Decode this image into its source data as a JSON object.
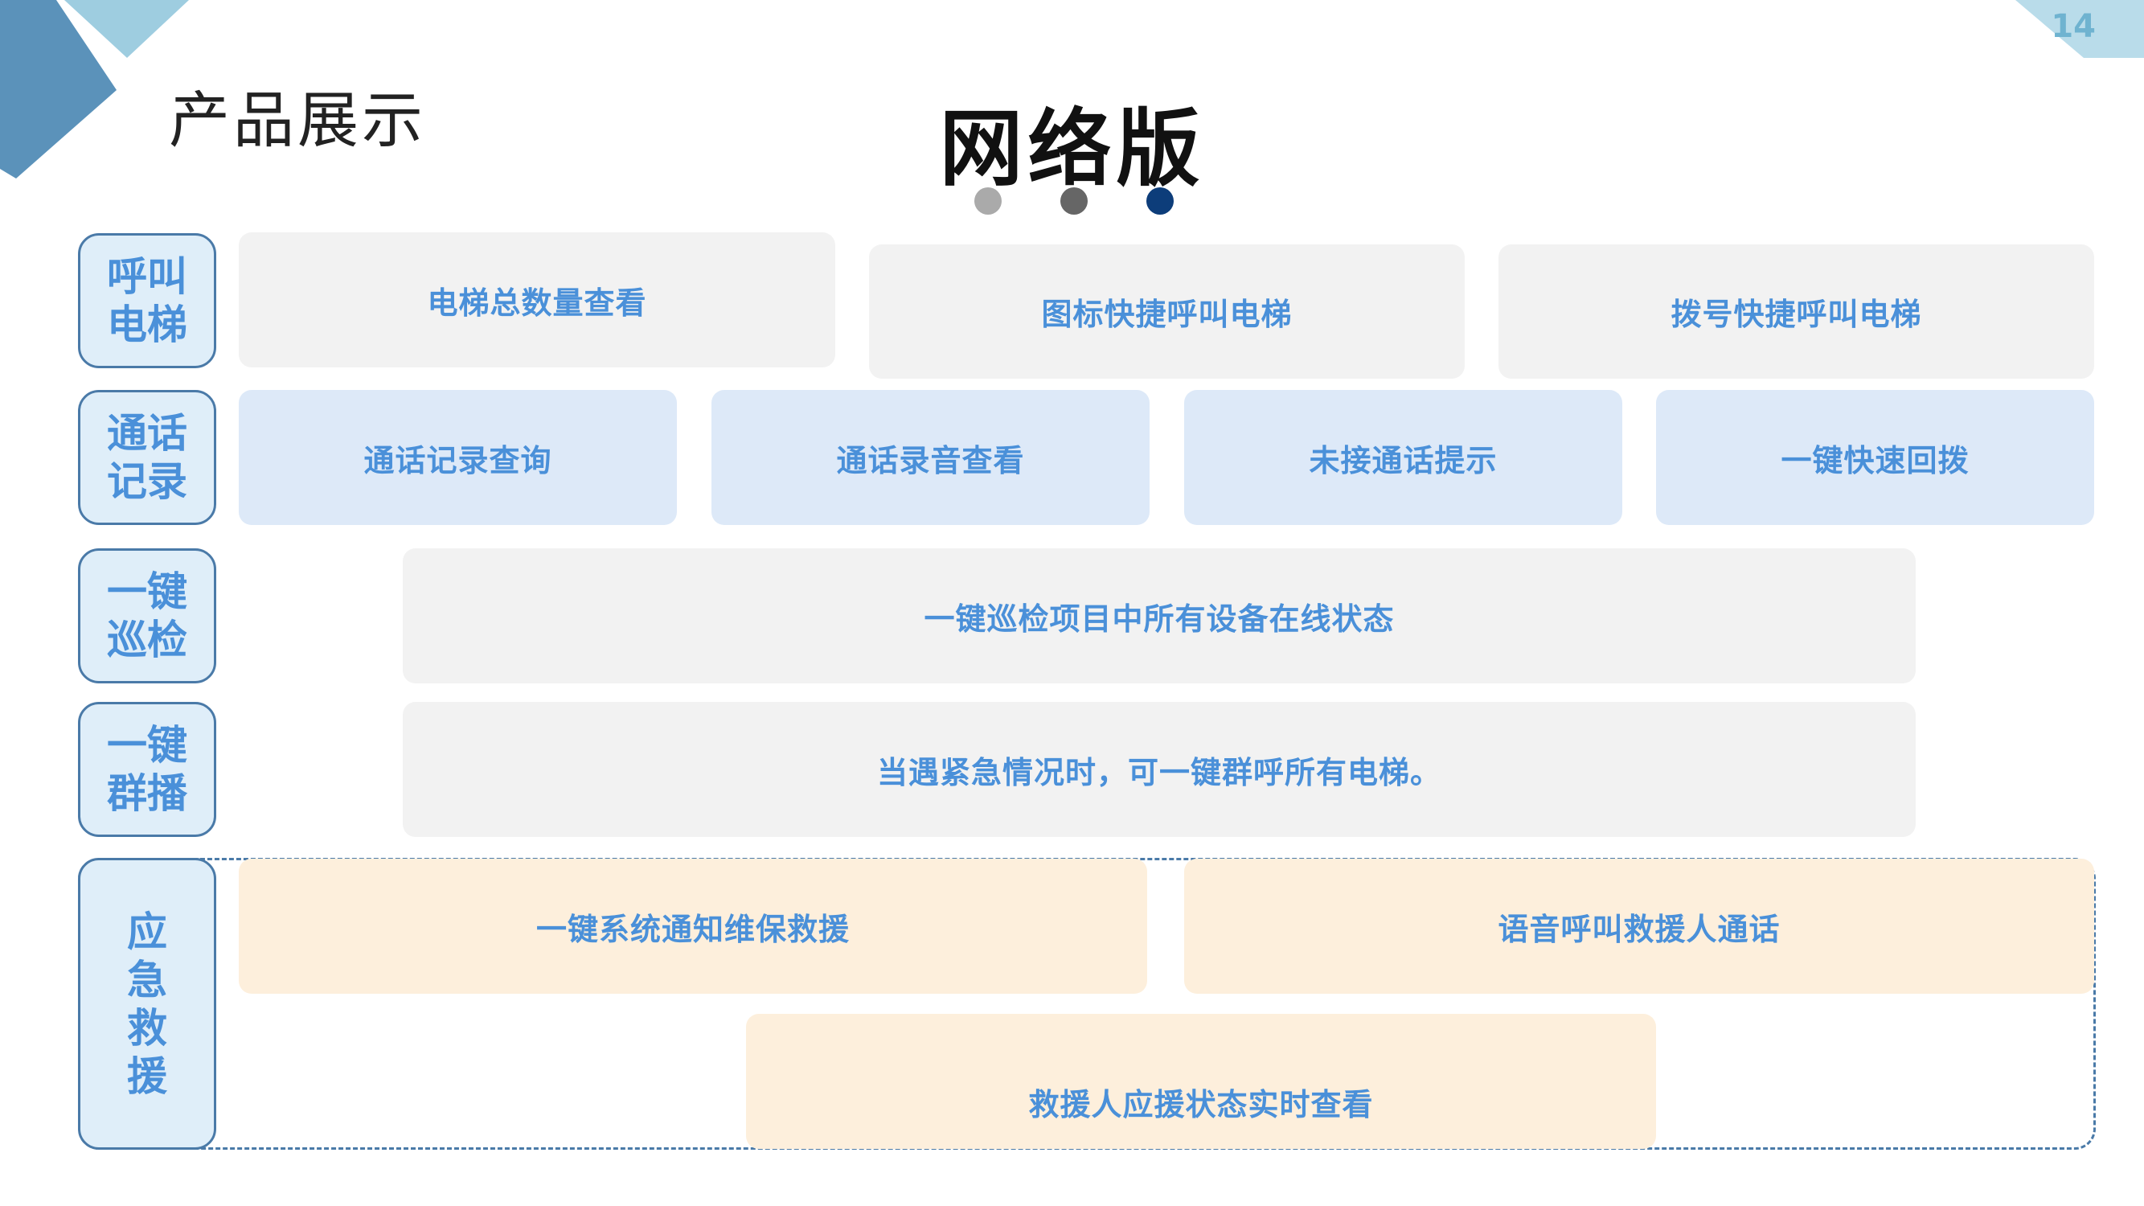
{
  "header": {
    "section_title": "产品展示",
    "main_title": "网络版",
    "page_number": "14"
  },
  "colors": {
    "accent": "#4a90d9",
    "border": "#4a7aa8",
    "dot_1": "#aaaaaa",
    "dot_2": "#666666",
    "dot_3": "#0d3d7a"
  },
  "rows": [
    {
      "label": "呼叫电梯",
      "items": [
        "电梯总数量查看",
        "图标快捷呼叫电梯",
        "拨号快捷呼叫电梯"
      ]
    },
    {
      "label": "通话记录",
      "items": [
        "通话记录查询",
        "通话录音查看",
        "未接通话提示",
        "一键快速回拨"
      ]
    },
    {
      "label": "一键巡检",
      "items": [
        "一键巡检项目中所有设备在线状态"
      ]
    },
    {
      "label": "一键群播",
      "items": [
        "当遇紧急情况时，可一键群呼所有电梯。"
      ]
    },
    {
      "label": "应急救援",
      "items": [
        "一键系统通知维保救援",
        "语音呼叫救援人通话",
        "救援人应援状态实时查看"
      ]
    }
  ]
}
